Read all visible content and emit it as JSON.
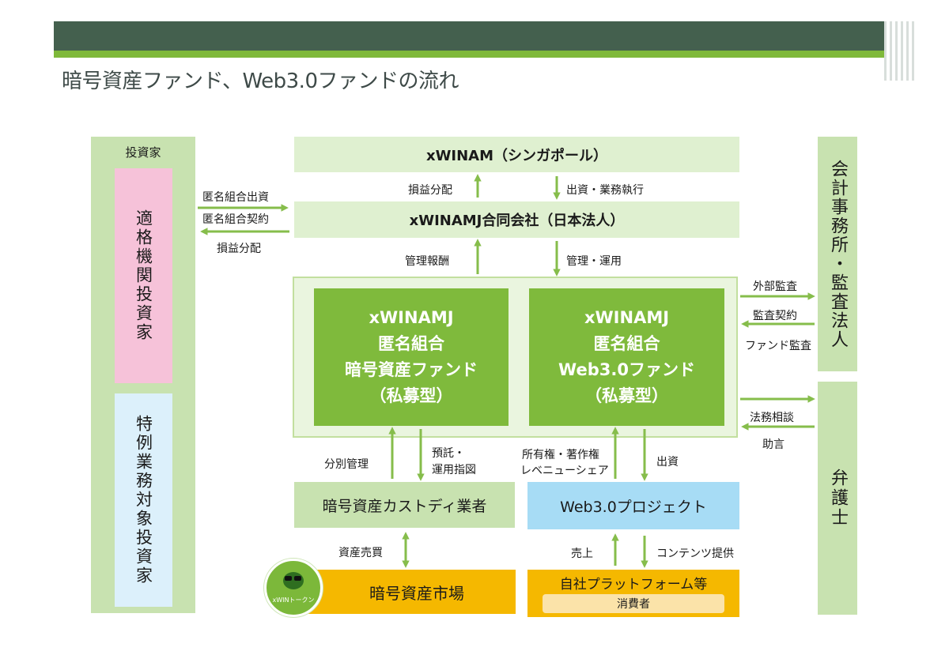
{
  "title": "暗号資産ファンド、Web3.0ファンドの流れ",
  "investors": {
    "header": "投資家",
    "qualified": "適格機関投資家",
    "special": "特例業務対象投資家"
  },
  "xwinam": "xWINAM（シンガポール）",
  "xwinamj": "xWINAMJ合同会社（日本法人）",
  "funds": {
    "crypto": [
      "xWINAMJ",
      "匿名組合",
      "暗号資産ファンド",
      "（私募型）"
    ],
    "web3": [
      "xWINAMJ",
      "匿名組合",
      "Web3.0ファンド",
      "（私募型）"
    ]
  },
  "custody": "暗号資産カストディ業者",
  "web3_project": "Web3.0プロジェクト",
  "market": "暗号資産市場",
  "platform": "自社プラットフォーム等",
  "consumer": "消費者",
  "coin_label": "xWINトークン",
  "accounting": "会計事務所・監査法人",
  "lawyer": "弁護士",
  "labels": {
    "anon_invest": "匿名組合出資",
    "anon_contract": "匿名組合契約",
    "profit_dist_left": "損益分配",
    "profit_dist_top": "損益分配",
    "invest_exec": "出資・業務執行",
    "mgmt_fee": "管理報酬",
    "mgmt_ops": "管理・運用",
    "ext_audit": "外部監査",
    "audit_contract": "監査契約",
    "fund_audit": "ファンド監査",
    "legal_consult": "法務相談",
    "advice": "助言",
    "segregation": "分別管理",
    "entrust_1": "預託・",
    "entrust_2": "運用指図",
    "ownership_1": "所有権・著作権",
    "ownership_2": "レベニューシェア",
    "invest": "出資",
    "trade": "資産売買",
    "sales": "売上",
    "content": "コンテンツ提供"
  },
  "colors": {
    "header_dark": "#44604e",
    "accent_green": "#7fb93a",
    "fund_green": "#7fba3c",
    "pink": "#f6c2d9",
    "light_blue": "#a7dcf5",
    "orange": "#f5b800"
  }
}
